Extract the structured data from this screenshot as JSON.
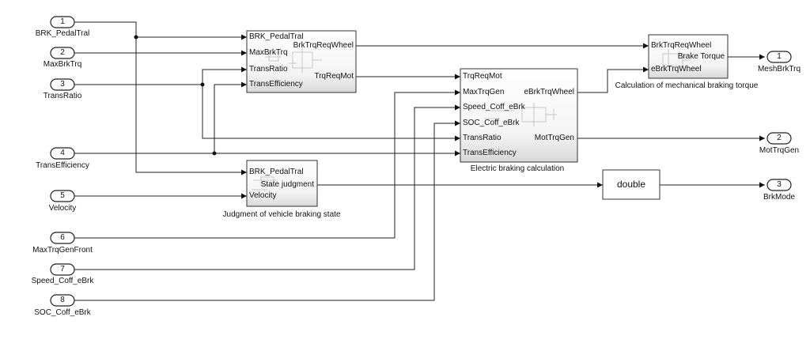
{
  "inports": [
    {
      "id": "in1",
      "num": "1",
      "label": "BRK_PedalTral"
    },
    {
      "id": "in2",
      "num": "2",
      "label": "MaxBrkTrq"
    },
    {
      "id": "in3",
      "num": "3",
      "label": "TransRatio"
    },
    {
      "id": "in4",
      "num": "4",
      "label": "TransEfficiency"
    },
    {
      "id": "in5",
      "num": "5",
      "label": "Velocity"
    },
    {
      "id": "in6",
      "num": "6",
      "label": "MaxTrqGenFront"
    },
    {
      "id": "in7",
      "num": "7",
      "label": "Speed_Coff_eBrk"
    },
    {
      "id": "in8",
      "num": "8",
      "label": "SOC_Coff_eBrk"
    }
  ],
  "outports": [
    {
      "id": "out1",
      "num": "1",
      "label": "MeshBrkTrq"
    },
    {
      "id": "out2",
      "num": "2",
      "label": "MotTrqGen"
    },
    {
      "id": "out3",
      "num": "3",
      "label": "BrkMode"
    }
  ],
  "blocks": {
    "torque": {
      "inputs": [
        "BRK_PedalTral",
        "MaxBrkTrq",
        "TransRatio",
        "TransEfficiency"
      ],
      "outputs": [
        "BrkTrqReqWheel",
        "TrqReqMot"
      ],
      "caption": ""
    },
    "electric": {
      "inputs": [
        "TrqReqMot",
        "MaxTrqGen",
        "Speed_Coff_eBrk",
        "SOC_Coff_eBrk",
        "TransRatio",
        "TransEfficiency"
      ],
      "outputs": [
        "eBrkTrqWheel",
        "MotTrqGen"
      ],
      "caption": "Electric braking calculation"
    },
    "mechanical": {
      "inputs": [
        "BrkTrqReqWheel",
        "eBrkTrqWheel"
      ],
      "outputs": [
        "Brake Torque"
      ],
      "caption": "Calculation of mechanical braking torque"
    },
    "judgment": {
      "inputs": [
        "BRK_PedalTral",
        "Velocity"
      ],
      "outputs": [
        "State judgment"
      ],
      "caption": "Judgment of vehicle braking state"
    },
    "convert": {
      "label": "double"
    }
  }
}
